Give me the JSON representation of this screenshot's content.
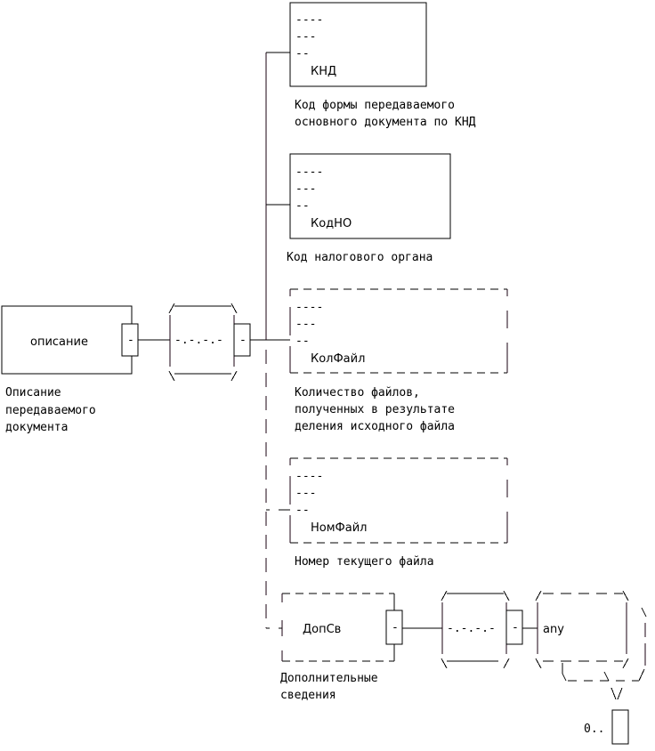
{
  "diagram": {
    "root": {
      "name": "описание",
      "description": [
        "Описание",
        "передаваемого",
        "документа"
      ],
      "connector_symbol": "-"
    },
    "sequence": {
      "symbol": "-.-.-.-",
      "connector_symbol": "-"
    },
    "elements": [
      {
        "name": "КНД",
        "optional": false,
        "marks": [
          "----",
          "---",
          "--"
        ],
        "description": [
          "Код формы передаваемого",
          "основного документа по КНД"
        ]
      },
      {
        "name": "КодНО",
        "optional": false,
        "marks": [
          "----",
          "---",
          "--"
        ],
        "description": [
          "Код налогового органа"
        ]
      },
      {
        "name": "КолФайл",
        "optional": true,
        "marks": [
          "----",
          "---",
          "--"
        ],
        "description": [
          "Количество файлов,",
          "полученных в результате",
          "деления исходного файла"
        ]
      },
      {
        "name": "НомФайл",
        "optional": true,
        "marks": [
          "----",
          "---",
          "--"
        ],
        "description": [
          "Номер текущего файла"
        ]
      },
      {
        "name": "ДопСв",
        "optional": true,
        "connector_symbol": "-",
        "description": [
          "Дополнительные",
          "сведения"
        ],
        "sequence_symbol": "-.-.-.-",
        "sequence_connector_symbol": "-",
        "any": {
          "label": "any",
          "cardinality": "0.."
        }
      }
    ]
  }
}
